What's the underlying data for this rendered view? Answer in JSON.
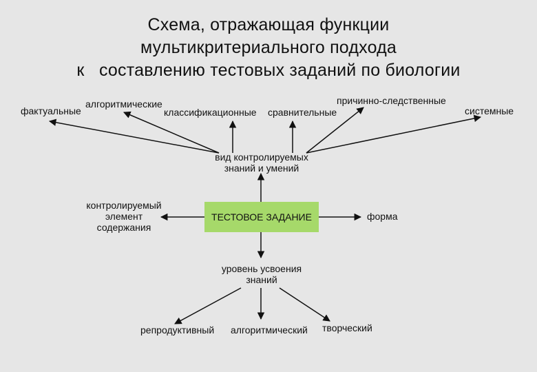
{
  "title": {
    "line1": "Схема, отражающая функции",
    "line2": "мультикритериального подхода",
    "line3": "к   составлению тестовых заданий по биологии"
  },
  "center": {
    "label": "ТЕСТОВОЕ ЗАДАНИЕ"
  },
  "knowledge_type": {
    "line1": "вид контролируемых",
    "line2": "знаний и умений",
    "items": {
      "factual": "фактуальные",
      "algorithmic": "алгоритмические",
      "classification": "классификационные",
      "comparative": "сравнительные",
      "causal": "причинно-следственные",
      "systemic": "системные"
    }
  },
  "content_element": {
    "line1": "контролируемый",
    "line2": "элемент",
    "line3": "содержания"
  },
  "form": {
    "label": "форма"
  },
  "mastery_level": {
    "line1": "уровень усвоения",
    "line2": "знаний",
    "items": {
      "reproductive": "репродуктивный",
      "algorithmic": "алгоритмический",
      "creative": "творческий"
    }
  }
}
